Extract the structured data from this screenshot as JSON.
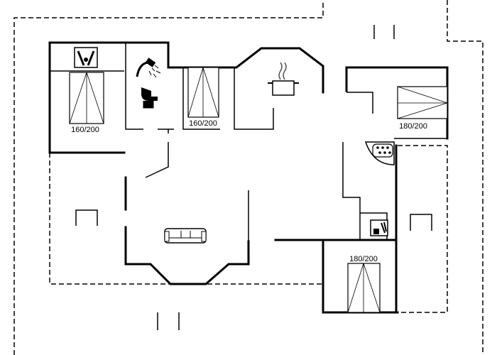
{
  "beds": {
    "bed_1": "160/200",
    "bed_2": "160/200",
    "bed_3": "180/200",
    "bed_4": "180/200"
  },
  "icons": {
    "washing_machine": "washing-machine-icon",
    "shower": "shower-icon",
    "toilet": "toilet-icon",
    "cooking_pot": "cooking-pot-icon",
    "hot_tub": "hot-tub-icon",
    "sofa": "sofa-icon",
    "dishwasher": "dishwasher-icon"
  }
}
